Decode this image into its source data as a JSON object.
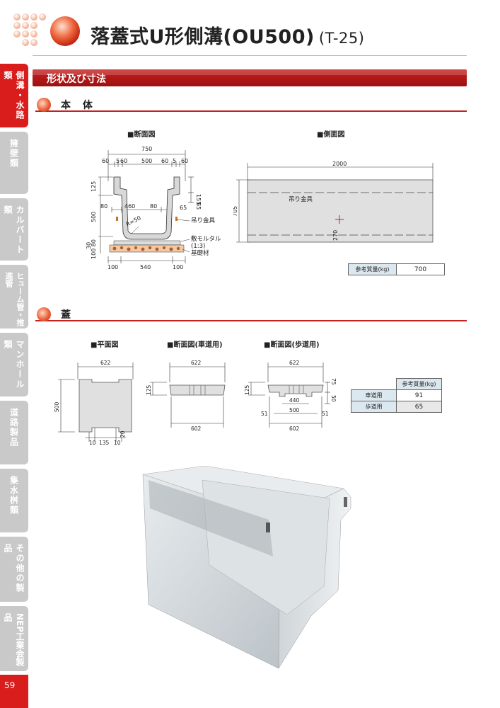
{
  "header": {
    "title": "落蓋式U形側溝(OU500)",
    "title_suffix": "(T-25)"
  },
  "sidebar": {
    "tabs": [
      {
        "label": "側溝・水路類",
        "active": true
      },
      {
        "label": "擁壁類",
        "active": false
      },
      {
        "label": "カルバート類",
        "active": false
      },
      {
        "label": "ヒューム管・推進管",
        "active": false
      },
      {
        "label": "マンホール類",
        "active": false
      },
      {
        "label": "道路製品",
        "active": false
      },
      {
        "label": "集水桝類",
        "active": false
      },
      {
        "label": "その他の製品",
        "active": false
      },
      {
        "label": "NEP工業会製品",
        "active": false
      }
    ],
    "page_number": "59"
  },
  "section": {
    "title": "形状及び寸法"
  },
  "body_section": {
    "title": "本 体",
    "cross_label": "■断面図",
    "side_label": "■側面図",
    "cross_dims": {
      "top": "750",
      "top_parts": [
        "60",
        "5",
        "60",
        "500",
        "60",
        "5",
        "60"
      ],
      "left_125": "125",
      "left_500": "500",
      "left_30": "30",
      "left_10080": "100 80",
      "inner_80a": "80",
      "inner_460": "460",
      "inner_80b": "80",
      "right_155": "155",
      "right_65a": "65",
      "right_65b": "65",
      "radius": "R=50",
      "bottom_parts": [
        "100",
        "540",
        "100"
      ]
    },
    "cross_notes": {
      "hook": "吊り金具",
      "mortar": "敷モルタル",
      "mortar_ratio": "(1:3)",
      "base": "基礎材"
    },
    "side_dims": {
      "length": "2000",
      "height": "705",
      "hook_height": "270",
      "hook_label": "吊り金具"
    },
    "weight": {
      "label": "参考質量(kg)",
      "value": "700"
    }
  },
  "lid_section": {
    "title": "蓋",
    "plan_label": "■平面図",
    "road_label": "■断面図(車道用)",
    "walk_label": "■断面図(歩道用)",
    "plan_dims": {
      "width": "622",
      "height": "500",
      "notch_w": "135",
      "notch_side_a": "10",
      "notch_side_b": "10",
      "notch_depth": "20"
    },
    "road_dims": {
      "top": "622",
      "bottom": "602",
      "height": "125"
    },
    "walk_dims": {
      "top": "622",
      "bottom": "602",
      "height": "125",
      "h75": "75",
      "h50": "50",
      "inner": "440",
      "span": "500",
      "side_a": "51",
      "side_b": "51"
    },
    "weights": {
      "header": "参考質量(kg)",
      "rows": [
        {
          "label": "車道用",
          "value": "91"
        },
        {
          "label": "歩道用",
          "value": "65"
        }
      ]
    }
  },
  "colors": {
    "accent": "#d91c1c",
    "tab_inactive": "#c9c9c9"
  }
}
